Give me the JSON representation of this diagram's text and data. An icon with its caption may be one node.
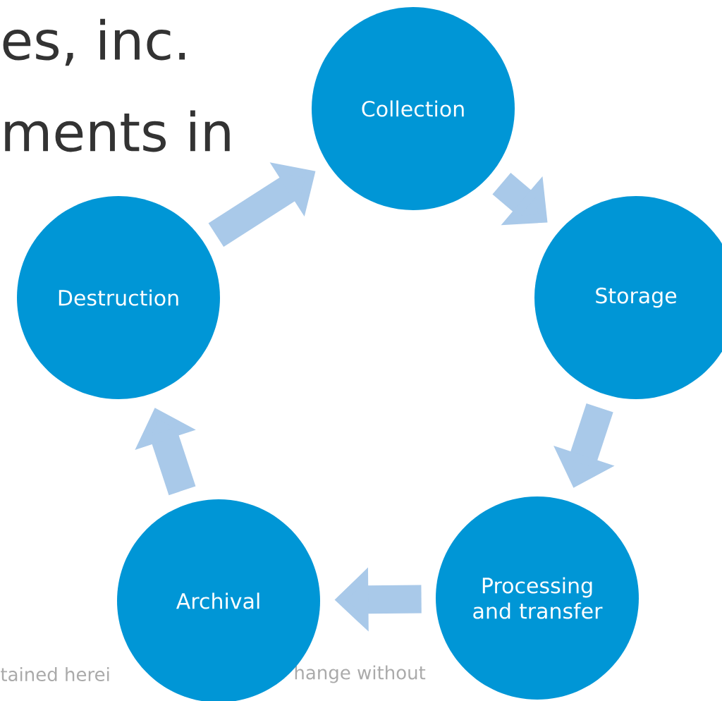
{
  "diagram": {
    "nodes": [
      {
        "text": [
          "Collection"
        ]
      },
      {
        "text": [
          "Storage"
        ]
      },
      {
        "text": [
          "Processing and transfer"
        ]
      },
      {
        "text": [
          "Archival"
        ]
      },
      {
        "text": [
          "Destruction"
        ]
      }
    ],
    "edges": [
      {
        "from": 0,
        "to": 1,
        "arrow": "to"
      },
      {
        "from": 1,
        "to": 2,
        "arrow": "to"
      },
      {
        "from": 2,
        "to": 3,
        "arrow": "to"
      },
      {
        "from": 3,
        "to": 4,
        "arrow": "to"
      },
      {
        "from": 4,
        "to": 0,
        "arrow": "to"
      }
    ],
    "labels": [
      "es, inc.",
      "ments in",
      "tained herei",
      "hange without"
    ]
  }
}
